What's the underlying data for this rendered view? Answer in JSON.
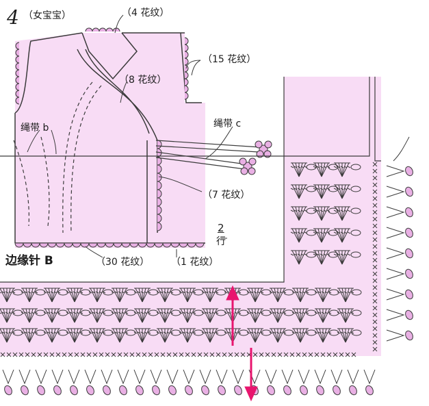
{
  "figure": {
    "number": "4",
    "variant": "（女宝宝）",
    "labels": {
      "neck": "（4 花纹）",
      "shoulder": "（15 花纹）",
      "front_overlap": "（8 花纹）",
      "tie_c": "绳带 c",
      "tie_b": "绳带 b",
      "side": "（7 花纹）",
      "rows_num": "2",
      "rows_unit": "行",
      "bottom": "（30 花纹）",
      "corner": "（1 花纹）",
      "edging_title": "边缘针 B"
    }
  },
  "colors": {
    "fabric": "#f8dcf5",
    "border": "#e9b0e4",
    "outline": "#3a3a3a",
    "arrow": "#e8156e"
  },
  "icons": {
    "arrow_up": "arrow-up-icon",
    "arrow_down": "arrow-down-icon",
    "flower": "flower-icon"
  }
}
